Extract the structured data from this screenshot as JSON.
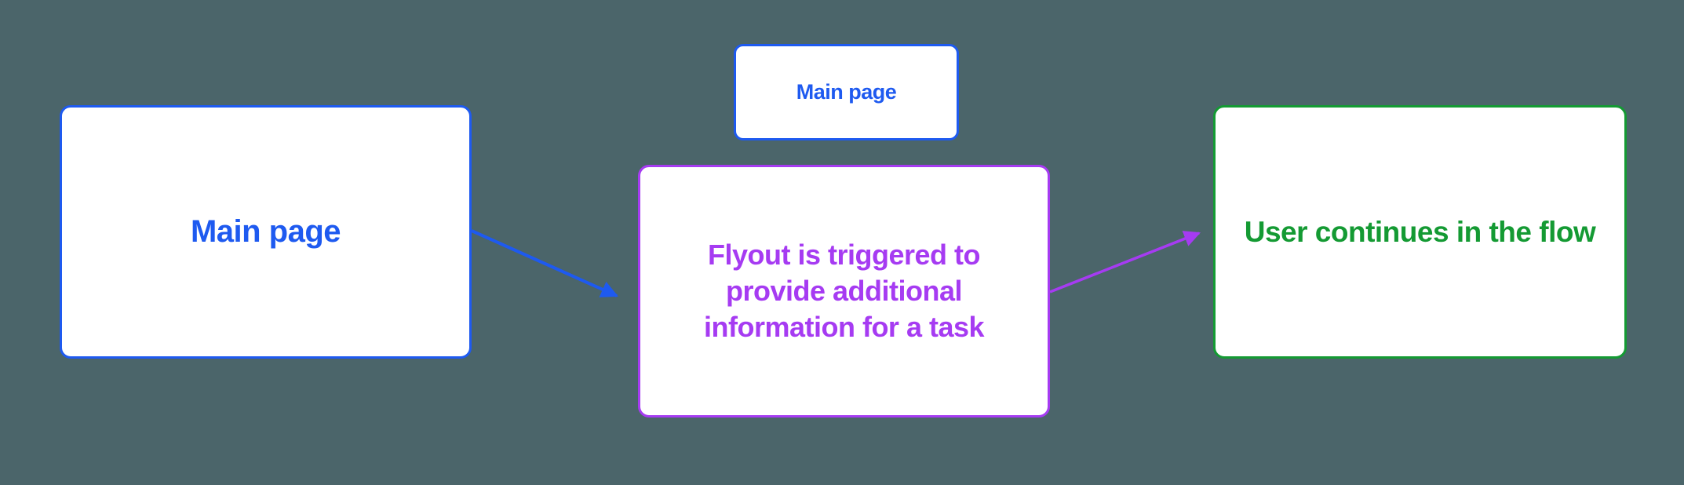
{
  "diagram": {
    "background_color": "#4B656A",
    "node_fill_color": "#FFFFFF",
    "accent_colors": {
      "blue": "#1E5AF0",
      "purple": "#A63BF2",
      "green": "#149A33"
    },
    "nodes": [
      {
        "id": "main-page-large",
        "label": "Main page",
        "accent_color": "#1E5AF0"
      },
      {
        "id": "main-page-small",
        "label": "Main page",
        "accent_color": "#1E5AF0"
      },
      {
        "id": "flyout",
        "label": "Flyout is triggered to provide additional information for a task",
        "accent_color": "#A63BF2"
      },
      {
        "id": "continue",
        "label": "User continues in the flow",
        "accent_color": "#149A33"
      }
    ],
    "connectors": [
      {
        "id": "main-to-flyout",
        "from": "main-page-large",
        "to": "flyout",
        "color": "#1E5AF0"
      },
      {
        "id": "flyout-to-continue",
        "from": "flyout",
        "to": "continue",
        "color": "#A63BF2"
      }
    ]
  }
}
